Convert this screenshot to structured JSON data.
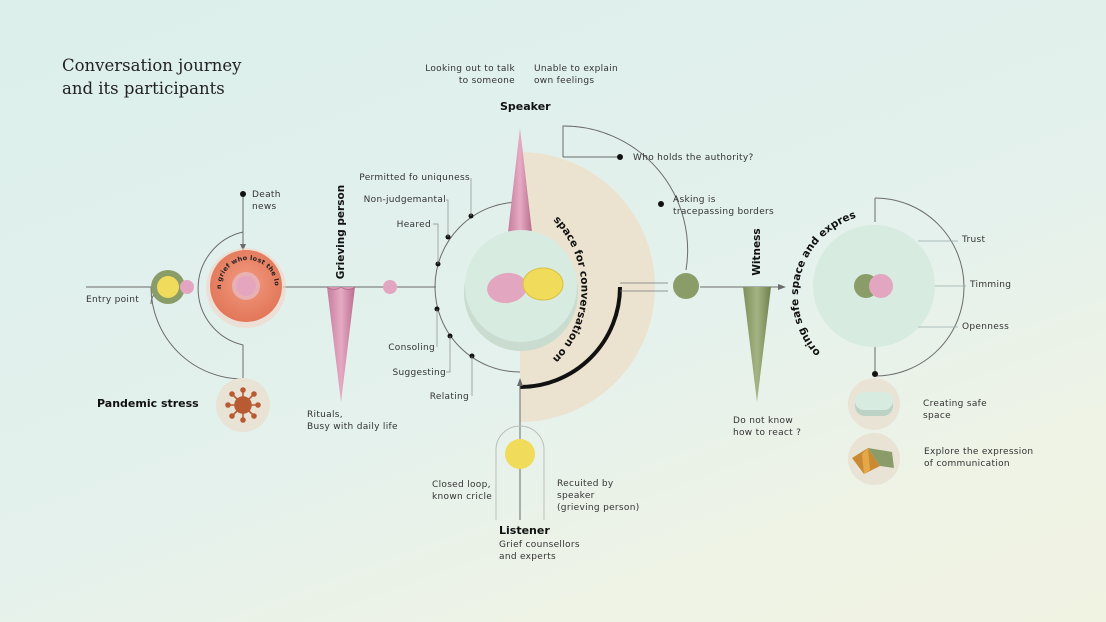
{
  "title": [
    "Conversation journey",
    "and its participants"
  ],
  "labels": {
    "entry_point": "Entry point",
    "death_news": [
      "Death",
      "news"
    ],
    "pandemic_stress": "Pandemic stress",
    "person_in_grief_arc": "Person in grief who lost the loved ones",
    "grieving_person": "Grieving person",
    "rituals": [
      "Rituals,",
      "Busy with daily life"
    ],
    "looking_out": [
      "Looking out to talk",
      "to someone"
    ],
    "unable_explain": [
      "Unable to explain",
      "own feelings"
    ],
    "speaker": "Speaker",
    "who_holds": "Who holds the authority?",
    "asking_is": [
      "Asking is",
      "tracepassing borders"
    ],
    "permitted": "Permitted fo uniquness",
    "non_judgemental": "Non-judgemantal",
    "heared": "Heared",
    "consoling": "Consoling",
    "suggesting": "Suggesting",
    "relating": "Relating",
    "safe_space_arc": "Safe space for conversation on grief",
    "witness": "Witness",
    "do_not_know": [
      "Do not know",
      "how to react ?"
    ],
    "exploring_arc": "Exploring safe space and expression",
    "trust": "Trust",
    "timming": "Timming",
    "openness": "Openness",
    "creating_safe": [
      "Creating safe",
      "space"
    ],
    "explore_expression": [
      "Explore the expression",
      "of communication"
    ],
    "closed_loop": [
      "Closed loop,",
      "known cricle"
    ],
    "recuited": [
      "Recuited by",
      "speaker",
      "(grieving person)"
    ],
    "listener": "Listener",
    "grief_counsellors": [
      "Grief counsellors",
      "and experts"
    ]
  },
  "colors": {
    "line": "#6b6b6b",
    "yellow": "#f1db5b",
    "pink": "#e3a6c0",
    "olive": "#8a9c68",
    "coral": "#ea8468",
    "mint": "#d8ebe1",
    "beige": "#ebe3cf",
    "virus": "#b85a32"
  },
  "icons": [
    "virus-icon",
    "pill-icon",
    "book-icon"
  ]
}
